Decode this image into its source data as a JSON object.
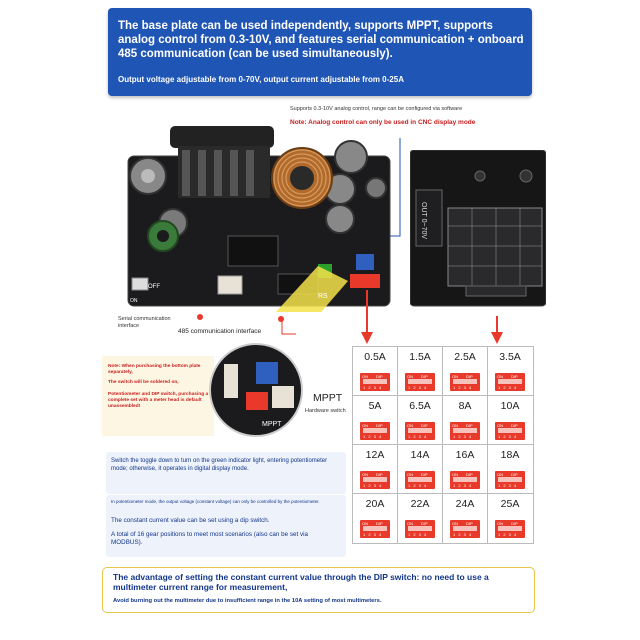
{
  "banner": {
    "title": "The base plate can be used independently, supports MPPT, supports analog control from 0.3-10V, and features serial communication + onboard 485 communication (can be used simultaneously).",
    "subtitle": "Output voltage adjustable from 0-70V, output current adjustable from 0-25A",
    "color": "#1f55b4"
  },
  "notes": {
    "analog_support": "Supports 0.3-10V analog control, range can be configured via software",
    "analog_warning": "Note: Analog control can only be used in CNC display mode",
    "serial_label": "Serial communication interface",
    "rs485_label": "485 communication interface",
    "mppt_label": "MPPT",
    "hardware_switch_label": "Hardware switch"
  },
  "board": {
    "silk_off": "OFF",
    "silk_on": "ON",
    "silk_mppt": "MPPT",
    "silk_rs": "RS",
    "back_text": "OUT 0~70V"
  },
  "purchase_note": {
    "line1": "Note: When purchasing the bottom plate separately,",
    "line2": "The switch will be soldered on,",
    "line3": "Potentiometer and DIP switch, purchasing a complete set with a meter head is default unassembled!"
  },
  "info": {
    "toggle_text": "Switch the toggle down to turn on the green indicator light, entering potentiometer mode; otherwise, it operates in digital display mode.",
    "pot_mode_text": "In potentiometer mode, the output voltage (constant voltage) can only be controlled by the potentiometer.",
    "dip_current_text": "The constant current value can be set using a dip switch.",
    "gear_text": "A total of 16 gear positions to meet most scenarios (also can be set via MODBUS)."
  },
  "dip_grid": {
    "rows": [
      [
        "0.5A",
        "1.5A",
        "2.5A",
        "3.5A"
      ],
      [
        "5A",
        "6.5A",
        "8A",
        "10A"
      ],
      [
        "12A",
        "14A",
        "16A",
        "18A"
      ],
      [
        "20A",
        "22A",
        "24A",
        "25A"
      ]
    ],
    "switch_on": "ON",
    "switch_dip": "DIP",
    "switch_numbers": "1 2 3 4",
    "dip_color": "#e8392a"
  },
  "footer": {
    "headline": "The advantage of setting the constant current value through the DIP switch: no need to use a multimeter current range for measurement,",
    "subline": "Avoid burning out the multimeter due to insufficient range in the 10A setting of most multimeters."
  }
}
